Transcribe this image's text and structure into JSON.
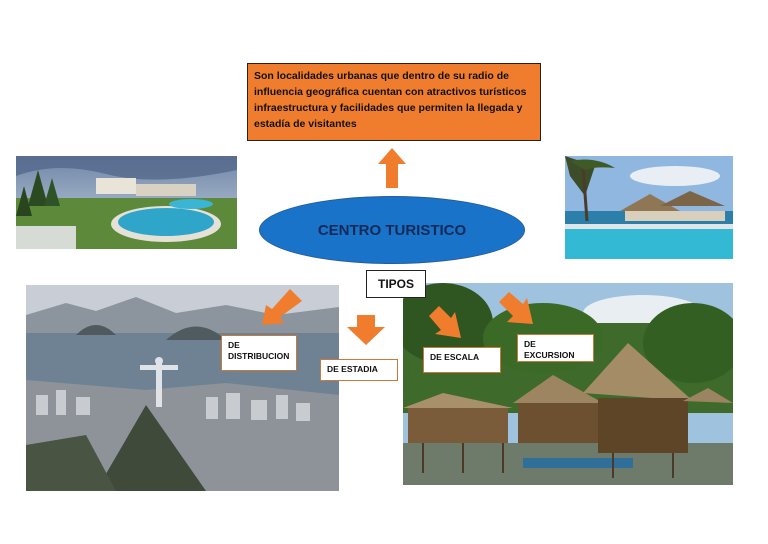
{
  "definition": "Son localidades urbanas que dentro de su radio de influencia geográfica cuentan con atractivos turísticos infraestructura y facilidades que permiten la llegada y estadía de visitantes",
  "center_title": "CENTRO TURISTICO",
  "types_title": "TIPOS",
  "types": {
    "distribution": "DE DISTRIBUCION",
    "stay": "DE ESTADIA",
    "stopover": "DE ESCALA",
    "excursion": "DE EXCURSION"
  },
  "colors": {
    "accent_orange": "#ef7d2d",
    "ellipse_blue": "#1873c9",
    "ellipse_text": "#152a56"
  }
}
